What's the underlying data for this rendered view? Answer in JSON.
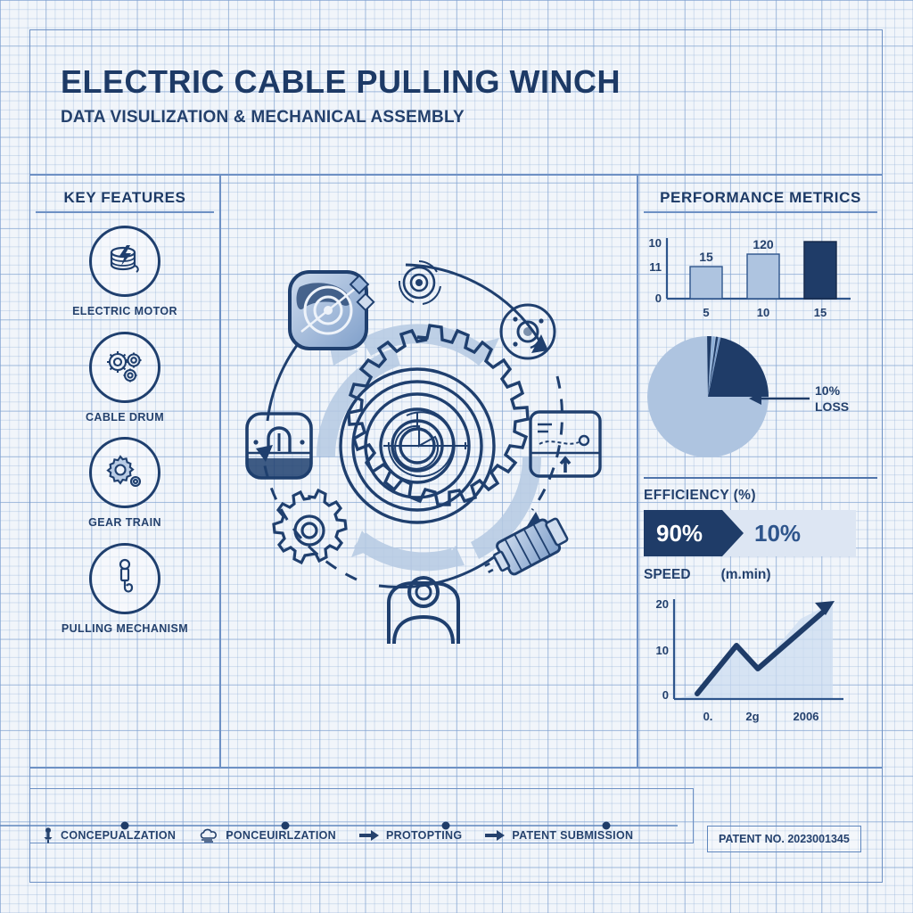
{
  "header": {
    "title": "ELECTRIC CABLE PULLING WINCH",
    "subtitle": "DATA VISULIZATION & MECHANICAL ASSEMBLY"
  },
  "sidebar": {
    "heading": "KEY FEATURES",
    "items": [
      {
        "label": "ELECTRIC MOTOR",
        "icon": "drum-lightning-icon"
      },
      {
        "label": "CABLE DRUM",
        "icon": "gears-icon"
      },
      {
        "label": "GEAR TRAIN",
        "icon": "gear-icon"
      },
      {
        "label": "PULLING MECHANISM",
        "icon": "hook-icon"
      }
    ]
  },
  "diagram": {
    "name": "winch-assembly-diagram",
    "center_component": "main-gear",
    "components": [
      "cable-drum-pulley",
      "bearing-small",
      "bearing-plate",
      "control-box",
      "electric-motor",
      "roller-guide",
      "spur-gear",
      "brake-unit"
    ]
  },
  "metrics": {
    "heading": "PERFORMANCE METRICS"
  },
  "efficiency": {
    "title": "EFFICIENCY (%)",
    "main_value": "90%",
    "rest_value": "10%"
  },
  "speed": {
    "label": "SPEED",
    "unit": "(m.min)"
  },
  "pie_annotation": {
    "line1": "10%",
    "line2": "LOSS"
  },
  "footer": {
    "steps": [
      {
        "label": "CONCEPUALZATION",
        "icon": "pin-icon"
      },
      {
        "label": "PONCEUIRLZATION",
        "icon": "cloud-icon"
      },
      {
        "label": "PROTOPTING",
        "icon": "arrow-right-icon"
      },
      {
        "label": "PATENT SUBMISSION",
        "icon": "arrow-right-icon"
      }
    ],
    "patent": "PATENT NO. 2023001345"
  },
  "colors": {
    "navy": "#1f3c68",
    "mid_blue": "#4f74ab",
    "light_blue": "#aec4e0",
    "pale_blue": "#dde6f3",
    "grid": "#7ea2cd",
    "bg": "#f1f5fa"
  },
  "chart_data": [
    {
      "type": "bar",
      "title": "PERFORMANCE METRICS",
      "categories": [
        "5",
        "10",
        "15"
      ],
      "values": [
        11,
        15,
        17
      ],
      "bar_labels": [
        "15",
        "120",
        ""
      ],
      "ytick_labels": [
        "10",
        "11",
        "0"
      ],
      "xlabel": "",
      "ylabel": "",
      "ylim": [
        0,
        18
      ],
      "grid": false,
      "series_colors": [
        "#aec4e0",
        "#aec4e0",
        "#1f3c68"
      ]
    },
    {
      "type": "pie",
      "title": "",
      "labels": [
        "main",
        "loss",
        "sliver-1",
        "sliver-2",
        "sliver-3",
        "sliver-4"
      ],
      "values": [
        72,
        21,
        2,
        2,
        2,
        1
      ],
      "colors": [
        "#aec4e0",
        "#1f3c68",
        "#1f3c68",
        "#8fb0d8",
        "#1f3c68",
        "#6f95c8"
      ],
      "annotation": "10% LOSS",
      "legend": "none"
    },
    {
      "type": "bar",
      "title": "EFFICIENCY (%)",
      "categories": [
        "efficiency",
        "loss"
      ],
      "values": [
        90,
        10
      ],
      "orientation": "horizontal-stacked",
      "data_labels": [
        "90%",
        "10%"
      ],
      "colors": [
        "#1f3c68",
        "#dde6f3"
      ]
    },
    {
      "type": "line",
      "title": "SPEED (m.min)",
      "x": [
        0,
        1,
        2,
        3,
        4
      ],
      "y": [
        2,
        13.5,
        9,
        22,
        24
      ],
      "xtick_labels": [
        "0.",
        "2ɡ",
        "2006"
      ],
      "ytick_labels": [
        "0",
        "10",
        "20"
      ],
      "ylim": [
        0,
        26
      ],
      "grid": false,
      "area_fill": true,
      "arrow_end": true,
      "line_color": "#1f3c68"
    }
  ]
}
